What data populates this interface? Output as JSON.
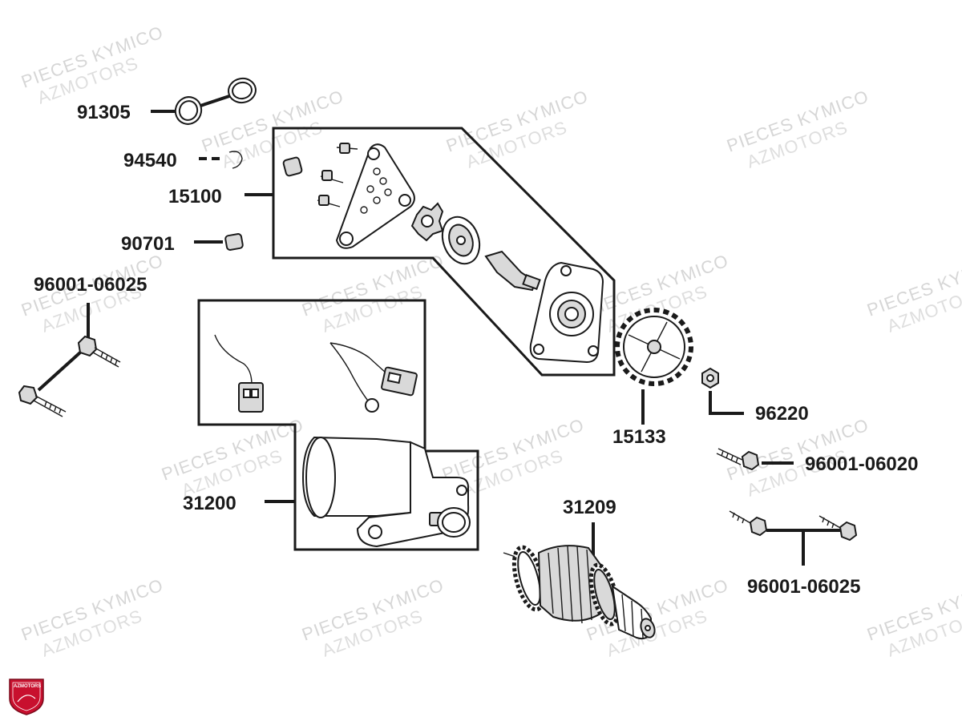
{
  "watermarks": [
    "PIECES KYMICO",
    "AZMOTORS"
  ],
  "logo_text": "AZMOTORS",
  "callouts": {
    "p91305": "91305",
    "p94540": "94540",
    "p15100": "15100",
    "p90701": "90701",
    "p96001_06025_left": "96001-06025",
    "p31200": "31200",
    "p15133": "15133",
    "p96220": "96220",
    "p96001_06020": "96001-06020",
    "p31209": "31209",
    "p96001_06025_right": "96001-06025"
  },
  "colors": {
    "ink": "#1a1a1a",
    "watermark": "#d6d6d6",
    "logo_red": "#c8102e"
  }
}
